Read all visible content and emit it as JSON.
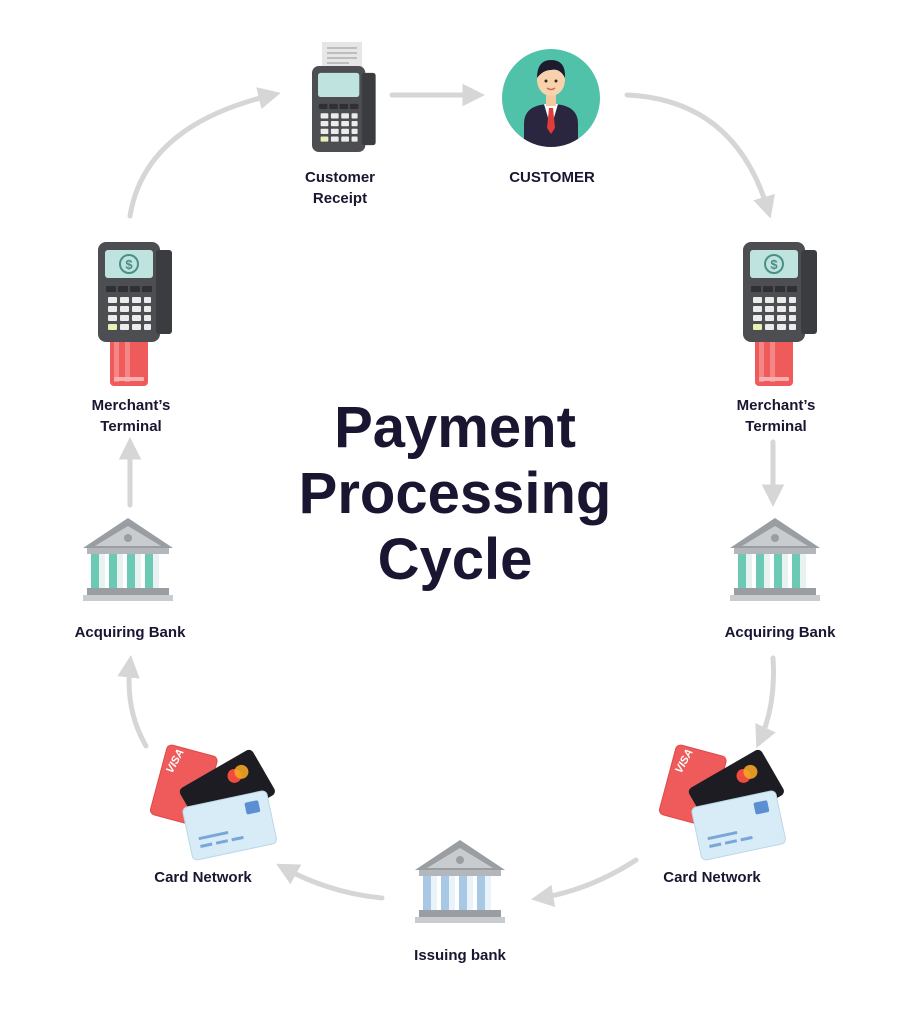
{
  "title": [
    "Payment",
    "Processing",
    "Cycle"
  ],
  "nodes": {
    "customer_receipt": [
      "Customer",
      "Receipt"
    ],
    "customer": "CUSTOMER",
    "merchant_terminal_left": [
      "Merchant’s",
      "Terminal"
    ],
    "merchant_terminal_right": [
      "Merchant’s",
      "Terminal"
    ],
    "acquiring_bank_left": "Acquiring Bank",
    "acquiring_bank_right": "Acquiring Bank",
    "card_network_left": "Card Network",
    "card_network_right": "Card Network",
    "issuing_bank": "Issuing bank"
  },
  "icons": {
    "terminal": "pos-terminal-icon",
    "receipt": "receipt-terminal-icon",
    "customer": "customer-avatar-icon",
    "bank": "bank-building-icon",
    "cards": "payment-cards-icon"
  },
  "colors": {
    "text": "#1a1530",
    "arrow": "#d6d6d6",
    "customer_bg": "#4fc2a9",
    "bank_teal": "#6cc9b4",
    "bank_blue": "#a9c8e6",
    "card_red": "#ef5a5a",
    "card_black": "#1c1c22",
    "card_light": "#d7ecf7",
    "terminal_dark": "#4c4e52"
  }
}
